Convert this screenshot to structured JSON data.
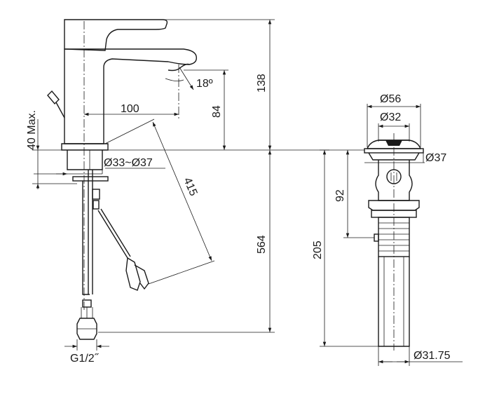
{
  "faucet": {
    "angle_label": "18º",
    "spout_reach_label": "100",
    "spout_height_label": "84",
    "total_height_label": "138",
    "deck_thickness_label": "40 Max.",
    "hole_diameter_label": "Ø33~Ø37",
    "hose_length_label": "415",
    "below_deck_label": "564",
    "connection_label": "G1/2˝"
  },
  "drain": {
    "cap_diameter_label": "Ø56",
    "inner_diameter_label": "Ø32",
    "flange_diameter_label": "Ø37",
    "overflow_height_label": "92",
    "total_height_label": "205",
    "tail_diameter_label": "Ø31.75"
  }
}
